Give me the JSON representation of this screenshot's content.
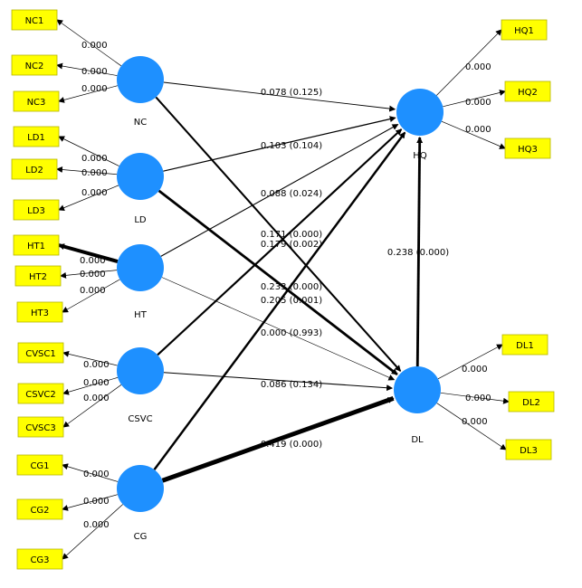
{
  "colors": {
    "construct_fill": "#1e90ff",
    "indicator_fill": "#ffff00",
    "edge": "#000000"
  },
  "constructs": [
    {
      "id": "NC",
      "label": "NC"
    },
    {
      "id": "LD",
      "label": "LD"
    },
    {
      "id": "HT",
      "label": "HT"
    },
    {
      "id": "CSVC",
      "label": "CSVC"
    },
    {
      "id": "CG",
      "label": "CG"
    },
    {
      "id": "HQ",
      "label": "HQ"
    },
    {
      "id": "DL",
      "label": "DL"
    }
  ],
  "indicators": [
    {
      "id": "NC1",
      "label": "NC1",
      "construct": "NC",
      "loading": "0.000"
    },
    {
      "id": "NC2",
      "label": "NC2",
      "construct": "NC",
      "loading": "0.000"
    },
    {
      "id": "NC3",
      "label": "NC3",
      "construct": "NC",
      "loading": "0.000"
    },
    {
      "id": "LD1",
      "label": "LD1",
      "construct": "LD",
      "loading": "0.000"
    },
    {
      "id": "LD2",
      "label": "LD2",
      "construct": "LD",
      "loading": "0.000"
    },
    {
      "id": "LD3",
      "label": "LD3",
      "construct": "LD",
      "loading": "0.000"
    },
    {
      "id": "HT1",
      "label": "HT1",
      "construct": "HT",
      "loading": "0.000"
    },
    {
      "id": "HT2",
      "label": "HT2",
      "construct": "HT",
      "loading": "0.000"
    },
    {
      "id": "HT3",
      "label": "HT3",
      "construct": "HT",
      "loading": "0.000"
    },
    {
      "id": "CVSC1",
      "label": "CVSC1",
      "construct": "CSVC",
      "loading": "0.000"
    },
    {
      "id": "CSVC2",
      "label": "CSVC2",
      "construct": "CSVC",
      "loading": "0.000"
    },
    {
      "id": "CVSC3",
      "label": "CVSC3",
      "construct": "CSVC",
      "loading": "0.000"
    },
    {
      "id": "CG1",
      "label": "CG1",
      "construct": "CG",
      "loading": "0.000"
    },
    {
      "id": "CG2",
      "label": "CG2",
      "construct": "CG",
      "loading": "0.000"
    },
    {
      "id": "CG3",
      "label": "CG3",
      "construct": "CG",
      "loading": "0.000"
    },
    {
      "id": "HQ1",
      "label": "HQ1",
      "construct": "HQ",
      "loading": "0.000"
    },
    {
      "id": "HQ2",
      "label": "HQ2",
      "construct": "HQ",
      "loading": "0.000"
    },
    {
      "id": "HQ3",
      "label": "HQ3",
      "construct": "HQ",
      "loading": "0.000"
    },
    {
      "id": "DL1",
      "label": "DL1",
      "construct": "DL",
      "loading": "0.000"
    },
    {
      "id": "DL2",
      "label": "DL2",
      "construct": "DL",
      "loading": "0.000"
    },
    {
      "id": "DL3",
      "label": "DL3",
      "construct": "DL",
      "loading": "0.000"
    }
  ],
  "paths": [
    {
      "from": "NC",
      "to": "HQ",
      "coef": 0.078,
      "label": "0.078 (0.125)"
    },
    {
      "from": "NC",
      "to": "DL",
      "coef": 0.171,
      "label": "0.171 (0.000)"
    },
    {
      "from": "LD",
      "to": "HQ",
      "coef": 0.103,
      "label": "0.103 (0.104)"
    },
    {
      "from": "LD",
      "to": "DL",
      "coef": 0.233,
      "label": "0.233 (0.000)"
    },
    {
      "from": "HT",
      "to": "HQ",
      "coef": 0.088,
      "label": "0.088 (0.024)"
    },
    {
      "from": "HT",
      "to": "DL",
      "coef": 0.0,
      "label": "0.000 (0.993)"
    },
    {
      "from": "CSVC",
      "to": "HQ",
      "coef": 0.179,
      "label": "0.179 (0.002)"
    },
    {
      "from": "CSVC",
      "to": "DL",
      "coef": 0.086,
      "label": "0.086 (0.134)"
    },
    {
      "from": "CG",
      "to": "HQ",
      "coef": 0.205,
      "label": "0.205 (0.001)"
    },
    {
      "from": "CG",
      "to": "DL",
      "coef": 0.419,
      "label": "0.419 (0.000)"
    },
    {
      "from": "DL",
      "to": "HQ",
      "coef": 0.238,
      "label": "0.238 (0.000)"
    }
  ]
}
